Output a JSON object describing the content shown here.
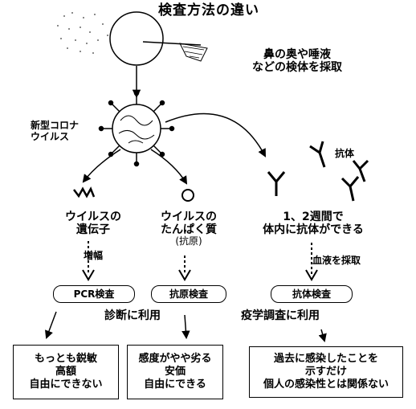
{
  "title": "検査方法の違い",
  "sample": {
    "line1": "鼻の奥や唾液",
    "line2": "などの検体を採取"
  },
  "virus": {
    "line1": "新型コロナ",
    "line2": "ウイルス"
  },
  "antibody_label": "抗体",
  "gene": {
    "line1": "ウイルスの",
    "line2": "遺伝子"
  },
  "protein": {
    "line1": "ウイルスの",
    "line2": "たんぱく質",
    "line3": "(抗原)"
  },
  "antibody_formation": {
    "line1": "1、2週間で",
    "line2": "体内に抗体ができる"
  },
  "amplification_label": "増幅",
  "blood_label": "血液を採取",
  "tests": {
    "pcr": "PCR検査",
    "antigen": "抗原検査",
    "antibody": "抗体検査"
  },
  "uses": {
    "diagnosis": "診断に利用",
    "epidemiology": "疫学調査に利用"
  },
  "notes": {
    "pcr": {
      "line1": "もっとも鋭敏",
      "line2": "高額",
      "line3": "自由にできない"
    },
    "antigen": {
      "line1": "感度がやや劣る",
      "line2": "安価",
      "line3": "自由にできる"
    },
    "antibody": {
      "line1": "過去に感染したことを",
      "line2": "示すだけ",
      "line3": "個人の感染性とは関係ない"
    }
  }
}
